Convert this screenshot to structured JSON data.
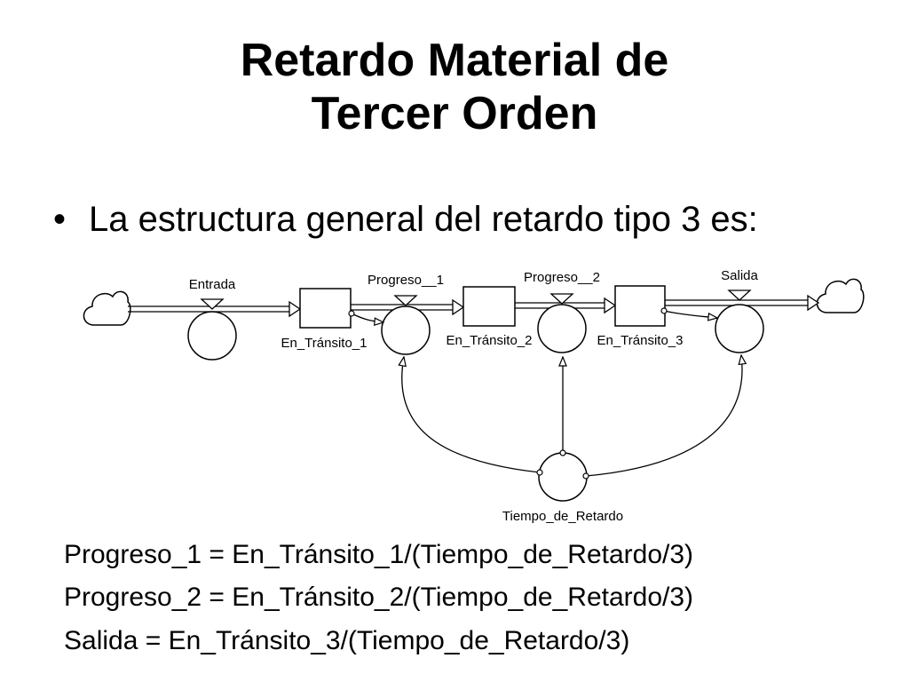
{
  "slide": {
    "title_line1": "Retardo Material de",
    "title_line2": "Tercer Orden",
    "bullet_marker": "•",
    "bullet_text": "La estructura general del retardo tipo 3 es:"
  },
  "diagram": {
    "stocks": [
      {
        "label": "En_Tránsito_1"
      },
      {
        "label": "En_Tránsito_2"
      },
      {
        "label": "En_Tránsito_3"
      }
    ],
    "flows": [
      {
        "label": "Entrada"
      },
      {
        "label": "Progreso__1"
      },
      {
        "label": "Progreso__2"
      },
      {
        "label": "Salida"
      }
    ],
    "auxiliary": {
      "label": "Tiempo_de_Retardo"
    }
  },
  "equations": [
    "Progreso_1 = En_Tránsito_1/(Tiempo_de_Retardo/3)",
    "Progreso_2 = En_Tránsito_2/(Tiempo_de_Retardo/3)",
    "Salida = En_Tránsito_3/(Tiempo_de_Retardo/3)"
  ]
}
